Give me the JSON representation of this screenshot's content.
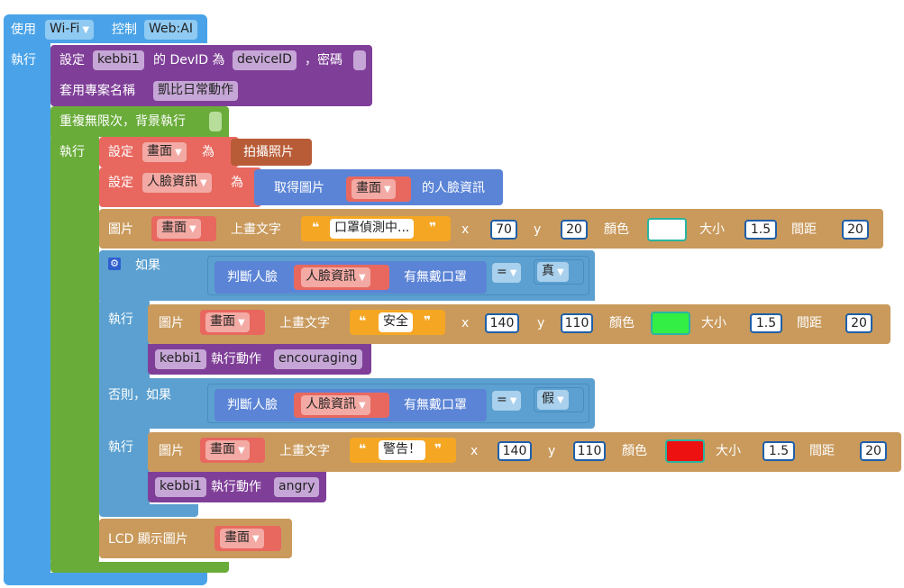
{
  "wifi_block": {
    "use_label": "使用",
    "wifi_value": "Wi-Fi",
    "control_label": "控制",
    "webai_value": "Web:AI",
    "do_label": "執行"
  },
  "setup": {
    "set_label": "設定",
    "device_value": "kebbi1",
    "devid_label": "的 DevID 為",
    "devid_value": "deviceID",
    "password_label": "，密碼",
    "apply_label": "套用專案名稱",
    "project_value": "凱比日常動作"
  },
  "loop": {
    "label": "重複無限次，背景執行",
    "do_label": "執行"
  },
  "set_screen": {
    "set_label": "設定",
    "var_value": "畫面",
    "as_label": "為",
    "capture_label": "拍攝照片"
  },
  "set_face": {
    "set_label": "設定",
    "var_value": "人臉資訊",
    "as_label": "為",
    "get_label": "取得圖片",
    "img_value": "畫面",
    "suffix_label": "的人臉資訊"
  },
  "draw_text_1": {
    "img_label": "圖片",
    "img_value": "畫面",
    "draw_label": "上畫文字",
    "text_value": "口罩偵測中...",
    "x_label": "x",
    "x_value": "70",
    "y_label": "y",
    "y_value": "20",
    "color_label": "顏色",
    "color_hex": "#ffffff",
    "size_label": "大小",
    "size_value": "1.5",
    "spacing_label": "間距",
    "spacing_value": "20"
  },
  "if_block": {
    "if_label": "如果",
    "do_label": "執行",
    "elseif_label": "否則，如果",
    "do2_label": "執行"
  },
  "cond_1": {
    "judge_label": "判斷人臉",
    "var_value": "人臉資訊",
    "mask_label": "有無戴口罩",
    "op_value": "=",
    "bool_value": "真"
  },
  "draw_text_2": {
    "img_label": "圖片",
    "img_value": "畫面",
    "draw_label": "上畫文字",
    "text_value": "安全",
    "x_label": "x",
    "x_value": "140",
    "y_label": "y",
    "y_value": "110",
    "color_label": "顏色",
    "color_hex": "#33ee44",
    "size_label": "大小",
    "size_value": "1.5",
    "spacing_label": "間距",
    "spacing_value": "20"
  },
  "action_1": {
    "device_value": "kebbi1",
    "action_label": "執行動作",
    "action_value": "encouraging"
  },
  "cond_2": {
    "judge_label": "判斷人臉",
    "var_value": "人臉資訊",
    "mask_label": "有無戴口罩",
    "op_value": "=",
    "bool_value": "假"
  },
  "draw_text_3": {
    "img_label": "圖片",
    "img_value": "畫面",
    "draw_label": "上畫文字",
    "text_value": "警告！",
    "x_label": "x",
    "x_value": "140",
    "y_label": "y",
    "y_value": "110",
    "color_label": "顏色",
    "color_hex": "#ee1111",
    "size_label": "大小",
    "size_value": "1.5",
    "spacing_label": "間距",
    "spacing_value": "20"
  },
  "action_2": {
    "device_value": "kebbi1",
    "action_label": "執行動作",
    "action_value": "angry"
  },
  "lcd": {
    "label": "LCD 顯示圖片",
    "img_value": "畫面"
  },
  "colors": {
    "wifi_blue": "#4aa3e8",
    "purple": "#7f3f98",
    "green": "#6aac3a",
    "salmon": "#e8685f",
    "img_orange": "#c99a5c",
    "face_blue": "#5b84d6",
    "if_blue": "#5ba0d0",
    "number_blue": "#1f5fa8",
    "text_yellow": "#f5a623"
  }
}
